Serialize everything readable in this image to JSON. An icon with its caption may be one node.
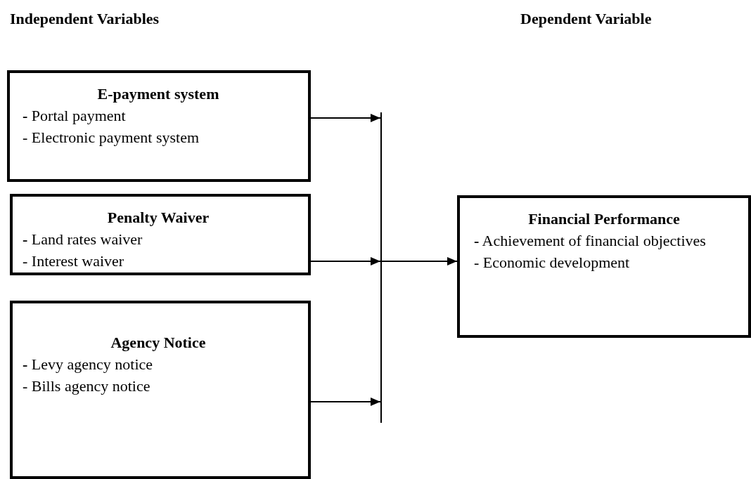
{
  "diagram": {
    "nodes": [
      {
        "text": [
          "E-payment system",
          "**-** Portal payment",
          "- Electronic payment system"
        ]
      },
      {
        "text": [
          "Penalty Waiver",
          "**-** Land rates waiver",
          "- Interest waiver"
        ]
      },
      {
        "text": [
          "Agency Notice",
          "**-** Levy agency notice",
          "- Bills agency notice"
        ]
      },
      {
        "text": [
          "Financial Performance",
          "**-** Achievement of financial objectives",
          "- Economic development"
        ]
      },
      {
        "text": [],
        "shape": "bar"
      }
    ],
    "edges": [
      {
        "from": 0,
        "to": 4,
        "arrow": "to"
      },
      {
        "from": 1,
        "to": 4,
        "arrow": "to"
      },
      {
        "from": 2,
        "to": 4,
        "arrow": "to"
      },
      {
        "from": 4,
        "to": 3,
        "arrow": "to"
      }
    ],
    "labels": [
      "Independent Variables",
      "Dependent Variable"
    ]
  }
}
